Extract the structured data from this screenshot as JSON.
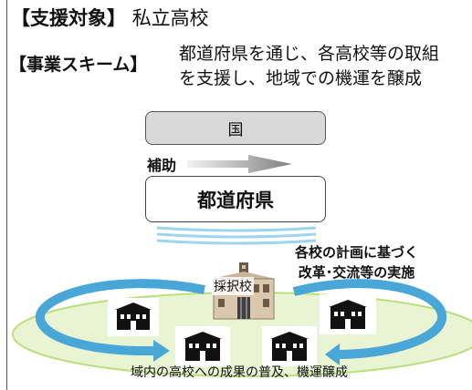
{
  "target": {
    "tag": "【支援対象】",
    "value": "私立高校"
  },
  "scheme": {
    "tag": "【事業スキーム】",
    "line1": "都道府県を通じ、各高校等の取組",
    "line2": "を支援し、地域での機運を醸成"
  },
  "diagram": {
    "kuni_label": "国",
    "hojo_label": "補助",
    "pref_label": "都道府県",
    "plan_line1": "各校の計画に基づく",
    "plan_line2": "改革･交流等の実施",
    "saitaku_label": "採択校",
    "spread_label": "域内の高校への成果の普及、機運醸成"
  },
  "colors": {
    "gray_box": "#d9d9d9",
    "ellipse_fill": "#e8f4d2",
    "ellipse_stroke": "#b9e07a",
    "cycle_arrow": "#49a7d8",
    "wave": "#9fd4ee"
  }
}
